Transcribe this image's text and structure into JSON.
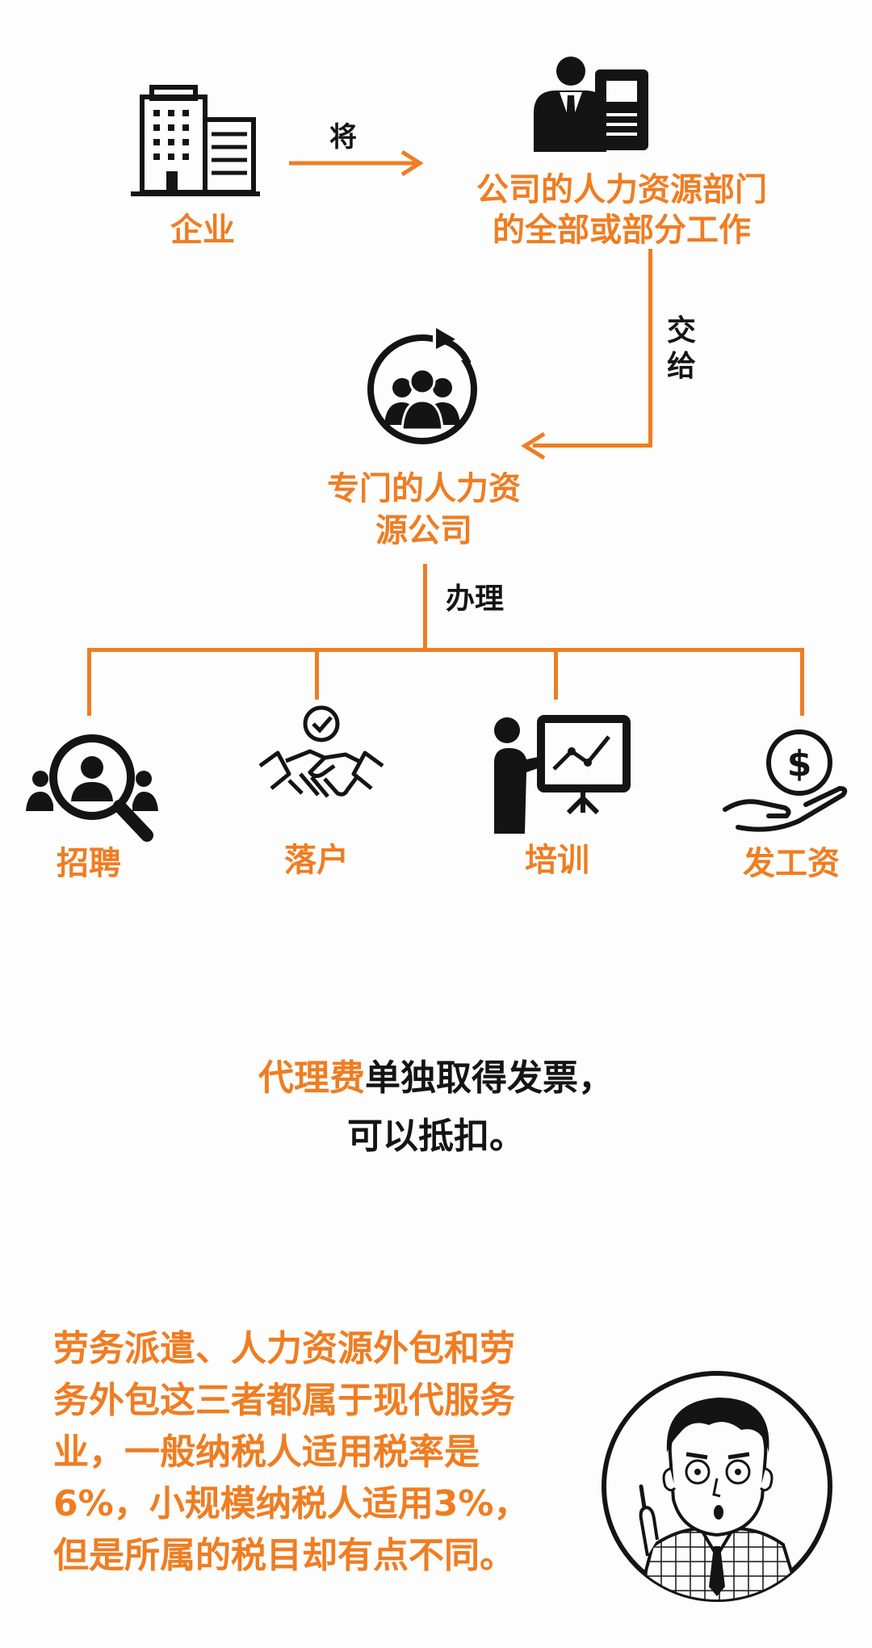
{
  "colors": {
    "accent": "#ef7d22",
    "ink": "#141414",
    "background": "#fdfdfd"
  },
  "icons": {
    "enterprise": "building-icon",
    "hr_department": "hr-department-icon",
    "hr_company": "hr-company-team-icon",
    "recruit": "magnifier-person-icon",
    "settle": "handshake-icon",
    "train": "presentation-icon",
    "pay": "hand-coin-icon",
    "character": "cartoon-man-icon"
  },
  "diagram": {
    "enterprise_label": "企业",
    "arrow_jiang": "将",
    "hr_dept_line1": "公司的人力资源部门",
    "hr_dept_line2": "的全部或部分工作",
    "arrow_jiaogei": "交给",
    "hr_company_line1": "专门的人力资",
    "hr_company_line2": "源公司",
    "banli": "办理",
    "services": [
      "招聘",
      "落户",
      "培训",
      "发工资"
    ]
  },
  "note": {
    "highlight": "代理费",
    "rest_line1": "单独取得发票，",
    "line2": "可以抵扣。"
  },
  "summary": {
    "lines": [
      "劳务派遣、人力资源外包和劳",
      "务外包这三者都属于现代服务",
      "业，一般纳税人适用税率是",
      "6%，小规模纳税人适用3%，",
      "但是所属的税目却有点不同。"
    ]
  }
}
